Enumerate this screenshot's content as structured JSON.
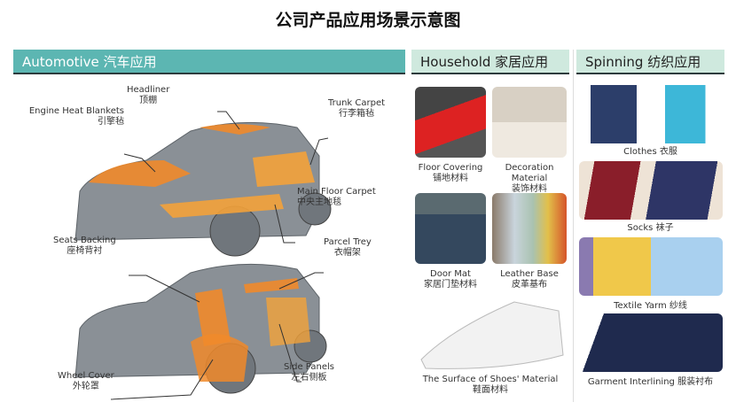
{
  "title": "公司产品应用场景示意图",
  "automotive": {
    "header": "Automotive 汽车应用",
    "labels": [
      {
        "en": "Headliner",
        "zh": "顶棚"
      },
      {
        "en": "Engine Heat Blankets",
        "zh": "引擎毡"
      },
      {
        "en": "Trunk Carpet",
        "zh": "行李箱毡"
      },
      {
        "en": "Main Floor Carpet",
        "zh": "中央主地毯"
      },
      {
        "en": "Seats Backing",
        "zh": "座椅背衬"
      },
      {
        "en": "Parcel Trey",
        "zh": "衣帽架"
      },
      {
        "en": "Side Panels",
        "zh": "左右侧板"
      },
      {
        "en": "Wheel Cover",
        "zh": "外轮罩"
      }
    ],
    "highlight_color": "#f08a2a"
  },
  "household": {
    "header": "Household 家居应用",
    "items": [
      {
        "en": "Floor Covering",
        "zh": "铺地材料",
        "icon": "red-carpet-photo"
      },
      {
        "en": "Decoration Material",
        "zh": "装饰材料",
        "icon": "rug-room-photo"
      },
      {
        "en": "Door Mat",
        "zh": "家居门垫材料",
        "icon": "door-mat-photo"
      },
      {
        "en": "Leather Base",
        "zh": "皮革基布",
        "icon": "fabric-rolls-photo"
      },
      {
        "en": "The Surface of Shoes' Material",
        "zh": "鞋面材料",
        "icon": "white-sneaker-photo"
      }
    ]
  },
  "spinning": {
    "header": "Spinning 纺织应用",
    "items": [
      {
        "text": "Clothes 衣服",
        "icon": "suit-shirt-photo"
      },
      {
        "text": "Socks 袜子",
        "icon": "socks-photo"
      },
      {
        "text": "Textile Yarm 纱线",
        "icon": "yarn-cones-photo"
      },
      {
        "text": "Garment Interlining 服装衬布",
        "icon": "suit-jacket-photo"
      }
    ]
  },
  "colors": {
    "automotive_header": "#5cb6b2",
    "section_header": "#cfe9de"
  }
}
